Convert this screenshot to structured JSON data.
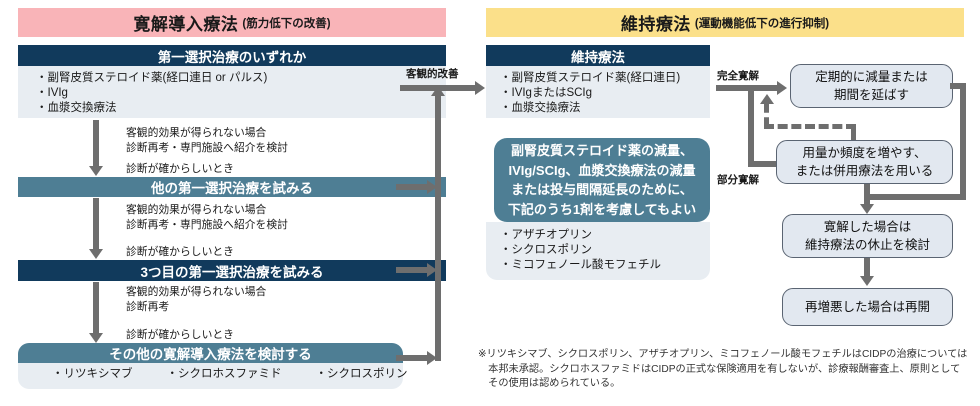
{
  "colors": {
    "induction_banner_bg": "#f9b4b8",
    "maintenance_banner_bg": "#fbe08a",
    "navy": "#113a5c",
    "teal": "#4e7e94",
    "body_bg": "#e8edf2",
    "proc_bg": "#e2e8f0",
    "proc_border": "#5a6472",
    "arrow": "#6e6e6e"
  },
  "induction": {
    "banner_title": "寛解導入療法",
    "banner_subtitle": "(筋力低下の改善)",
    "step1": {
      "header": "第一選択治療のいずれか",
      "items": [
        "・副腎皮質ステロイド薬(経口連日 or パルス)",
        "・IVIg",
        "・血漿交換療法"
      ]
    },
    "anno1": {
      "fail": "客観的効果が得られない場合\n診断再考・専門施設へ紹介を検討",
      "confirm": "診断が確からしいとき"
    },
    "step2": {
      "header": "他の第一選択治療を試みる"
    },
    "anno2": {
      "fail": "客観的効果が得られない場合\n診断再考・専門施設へ紹介を検討",
      "confirm": "診断が確からしいとき"
    },
    "step3": {
      "header": "3つ目の第一選択治療を試みる"
    },
    "anno3": {
      "fail": "客観的効果が得られない場合\n診断再考",
      "confirm": "診断が確からしいとき"
    },
    "step4": {
      "header": "その他の寛解導入療法を検討する",
      "items": [
        "・リツキシマブ",
        "・シクロホスファミド",
        "・シクロスポリン"
      ]
    }
  },
  "connector": {
    "objective_improvement_label": "客観的改善"
  },
  "maintenance": {
    "banner_title": "維持療法",
    "banner_subtitle": "(運動機能低下の進行抑制)",
    "box": {
      "header": "維持療法",
      "items": [
        "・副腎皮質ステロイド薬(経口連日)",
        "・IVIgまたはSCIg",
        "・血漿交換療法"
      ]
    },
    "callout": {
      "text": "副腎皮質ステロイド薬の減量、\nIVIg/SCIg、血漿交換療法の減量\nまたは投与間隔延長のために、\n下記のうち1剤を考慮してもよい",
      "items": [
        "・アザチオプリン",
        "・シクロスポリン",
        "・ミコフェノール酸モフェチル"
      ]
    },
    "branch": {
      "full_remission_label": "完全寛解",
      "partial_remission_label": "部分寛解"
    },
    "flow": [
      {
        "text": "定期的に減量または\n期間を延ばす"
      },
      {
        "text": "用量か頻度を増やす、\nまたは併用療法を用いる"
      },
      {
        "text": "寛解した場合は\n維持療法の休止を検討"
      },
      {
        "text": "再増悪した場合は再開"
      }
    ]
  },
  "footnote": {
    "text": "※リツキシマブ、シクロスポリン、アザチオプリン、ミコフェノール酸モフェチルはCIDPの治療については\n　本邦未承認。シクロホスファミドはCIDPの正式な保険適用を有しないが、診療報酬審査上、原則として\n　その使用は認められている。"
  }
}
